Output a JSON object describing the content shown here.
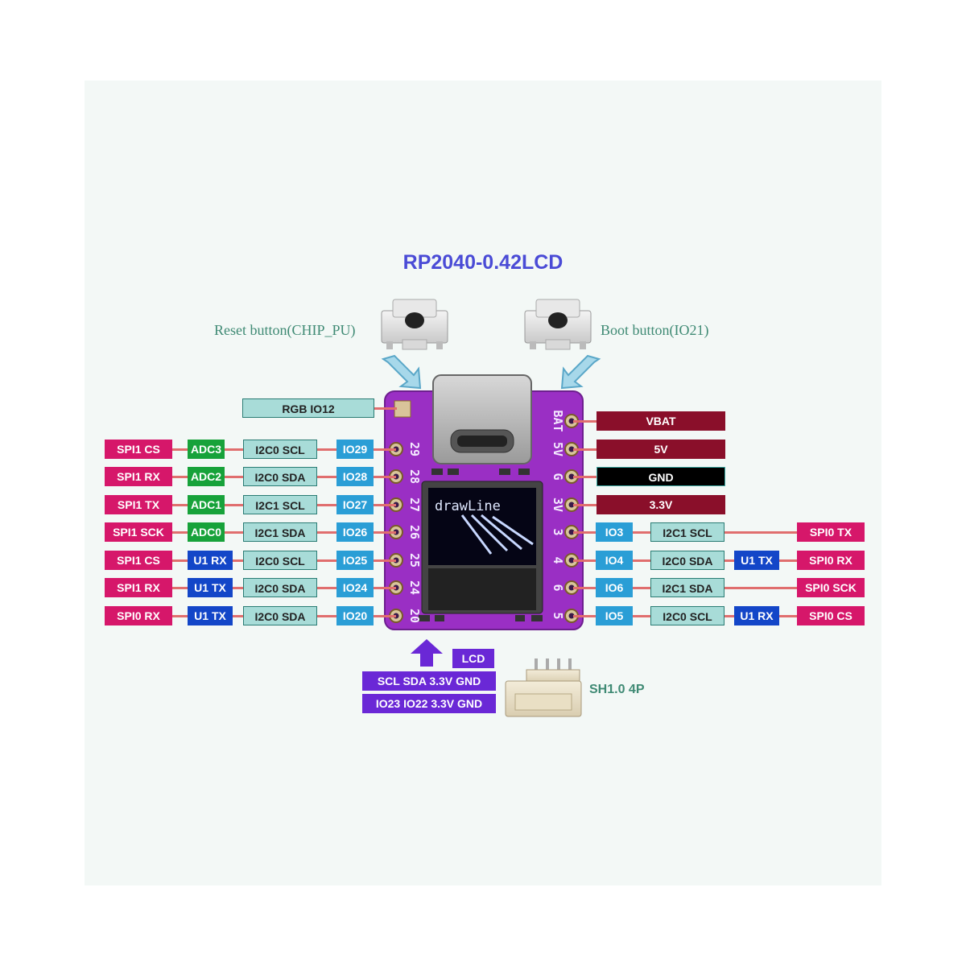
{
  "title": "RP2040-0.42LCD",
  "reset_label": "Reset button(CHIP_PU)",
  "boot_label": "Boot button(IO21)",
  "rgb_label": "RGB IO12",
  "oled_text": "drawLine",
  "board_pins": {
    "left": [
      "29",
      "28",
      "27",
      "26",
      "25",
      "24",
      "20"
    ],
    "right": [
      "BAT",
      "5V",
      "G",
      "3V",
      "3",
      "4",
      "6",
      "5"
    ]
  },
  "left_rows": [
    {
      "spi": "SPI1 CS",
      "alt": "ADC3",
      "alt_type": "adc",
      "i2c": "I2C0 SCL",
      "io": "IO29"
    },
    {
      "spi": "SPI1 RX",
      "alt": "ADC2",
      "alt_type": "adc",
      "i2c": "I2C0 SDA",
      "io": "IO28"
    },
    {
      "spi": "SPI1 TX",
      "alt": "ADC1",
      "alt_type": "adc",
      "i2c": "I2C1 SCL",
      "io": "IO27"
    },
    {
      "spi": "SPI1 SCK",
      "alt": "ADC0",
      "alt_type": "adc",
      "i2c": "I2C1 SDA",
      "io": "IO26"
    },
    {
      "spi": "SPI1 CS",
      "alt": "U1 RX",
      "alt_type": "uart",
      "i2c": "I2C0 SCL",
      "io": "IO25"
    },
    {
      "spi": "SPI1 RX",
      "alt": "U1 TX",
      "alt_type": "uart",
      "i2c": "I2C0 SDA",
      "io": "IO24"
    },
    {
      "spi": "SPI0 RX",
      "alt": "U1 TX",
      "alt_type": "uart",
      "i2c": "I2C0 SDA",
      "io": "IO20"
    }
  ],
  "power_rows": [
    {
      "label": "VBAT",
      "kind": "power"
    },
    {
      "label": "5V",
      "kind": "power"
    },
    {
      "label": "GND",
      "kind": "ground"
    },
    {
      "label": "3.3V",
      "kind": "power"
    }
  ],
  "right_rows": [
    {
      "io": "IO3",
      "i2c": "I2C1 SCL",
      "uart": "",
      "spi": "SPI0 TX"
    },
    {
      "io": "IO4",
      "i2c": "I2C0 SDA",
      "uart": "U1 TX",
      "spi": "SPI0 RX"
    },
    {
      "io": "IO6",
      "i2c": "I2C1 SDA",
      "uart": "",
      "spi": "SPI0 SCK"
    },
    {
      "io": "IO5",
      "i2c": "I2C0 SCL",
      "uart": "U1 RX",
      "spi": "SPI0 CS"
    }
  ],
  "lcd": {
    "label": "LCD",
    "row1": "SCL  SDA  3.3V  GND",
    "row2": "IO23  IO22  3.3V  GND"
  },
  "connector_label": "SH1.0 4P",
  "colors": {
    "title": "#4a4bd6",
    "spi": "#d6176a",
    "adc": "#17a23a",
    "uart": "#1346c8",
    "i2c": "#a8dcd8",
    "io": "#2a9ed6",
    "power": "#8a0f2a",
    "ground": "#000000",
    "board": "#9a2fc4",
    "lcd": "#6a28d6",
    "wire": "#e06e6e"
  }
}
